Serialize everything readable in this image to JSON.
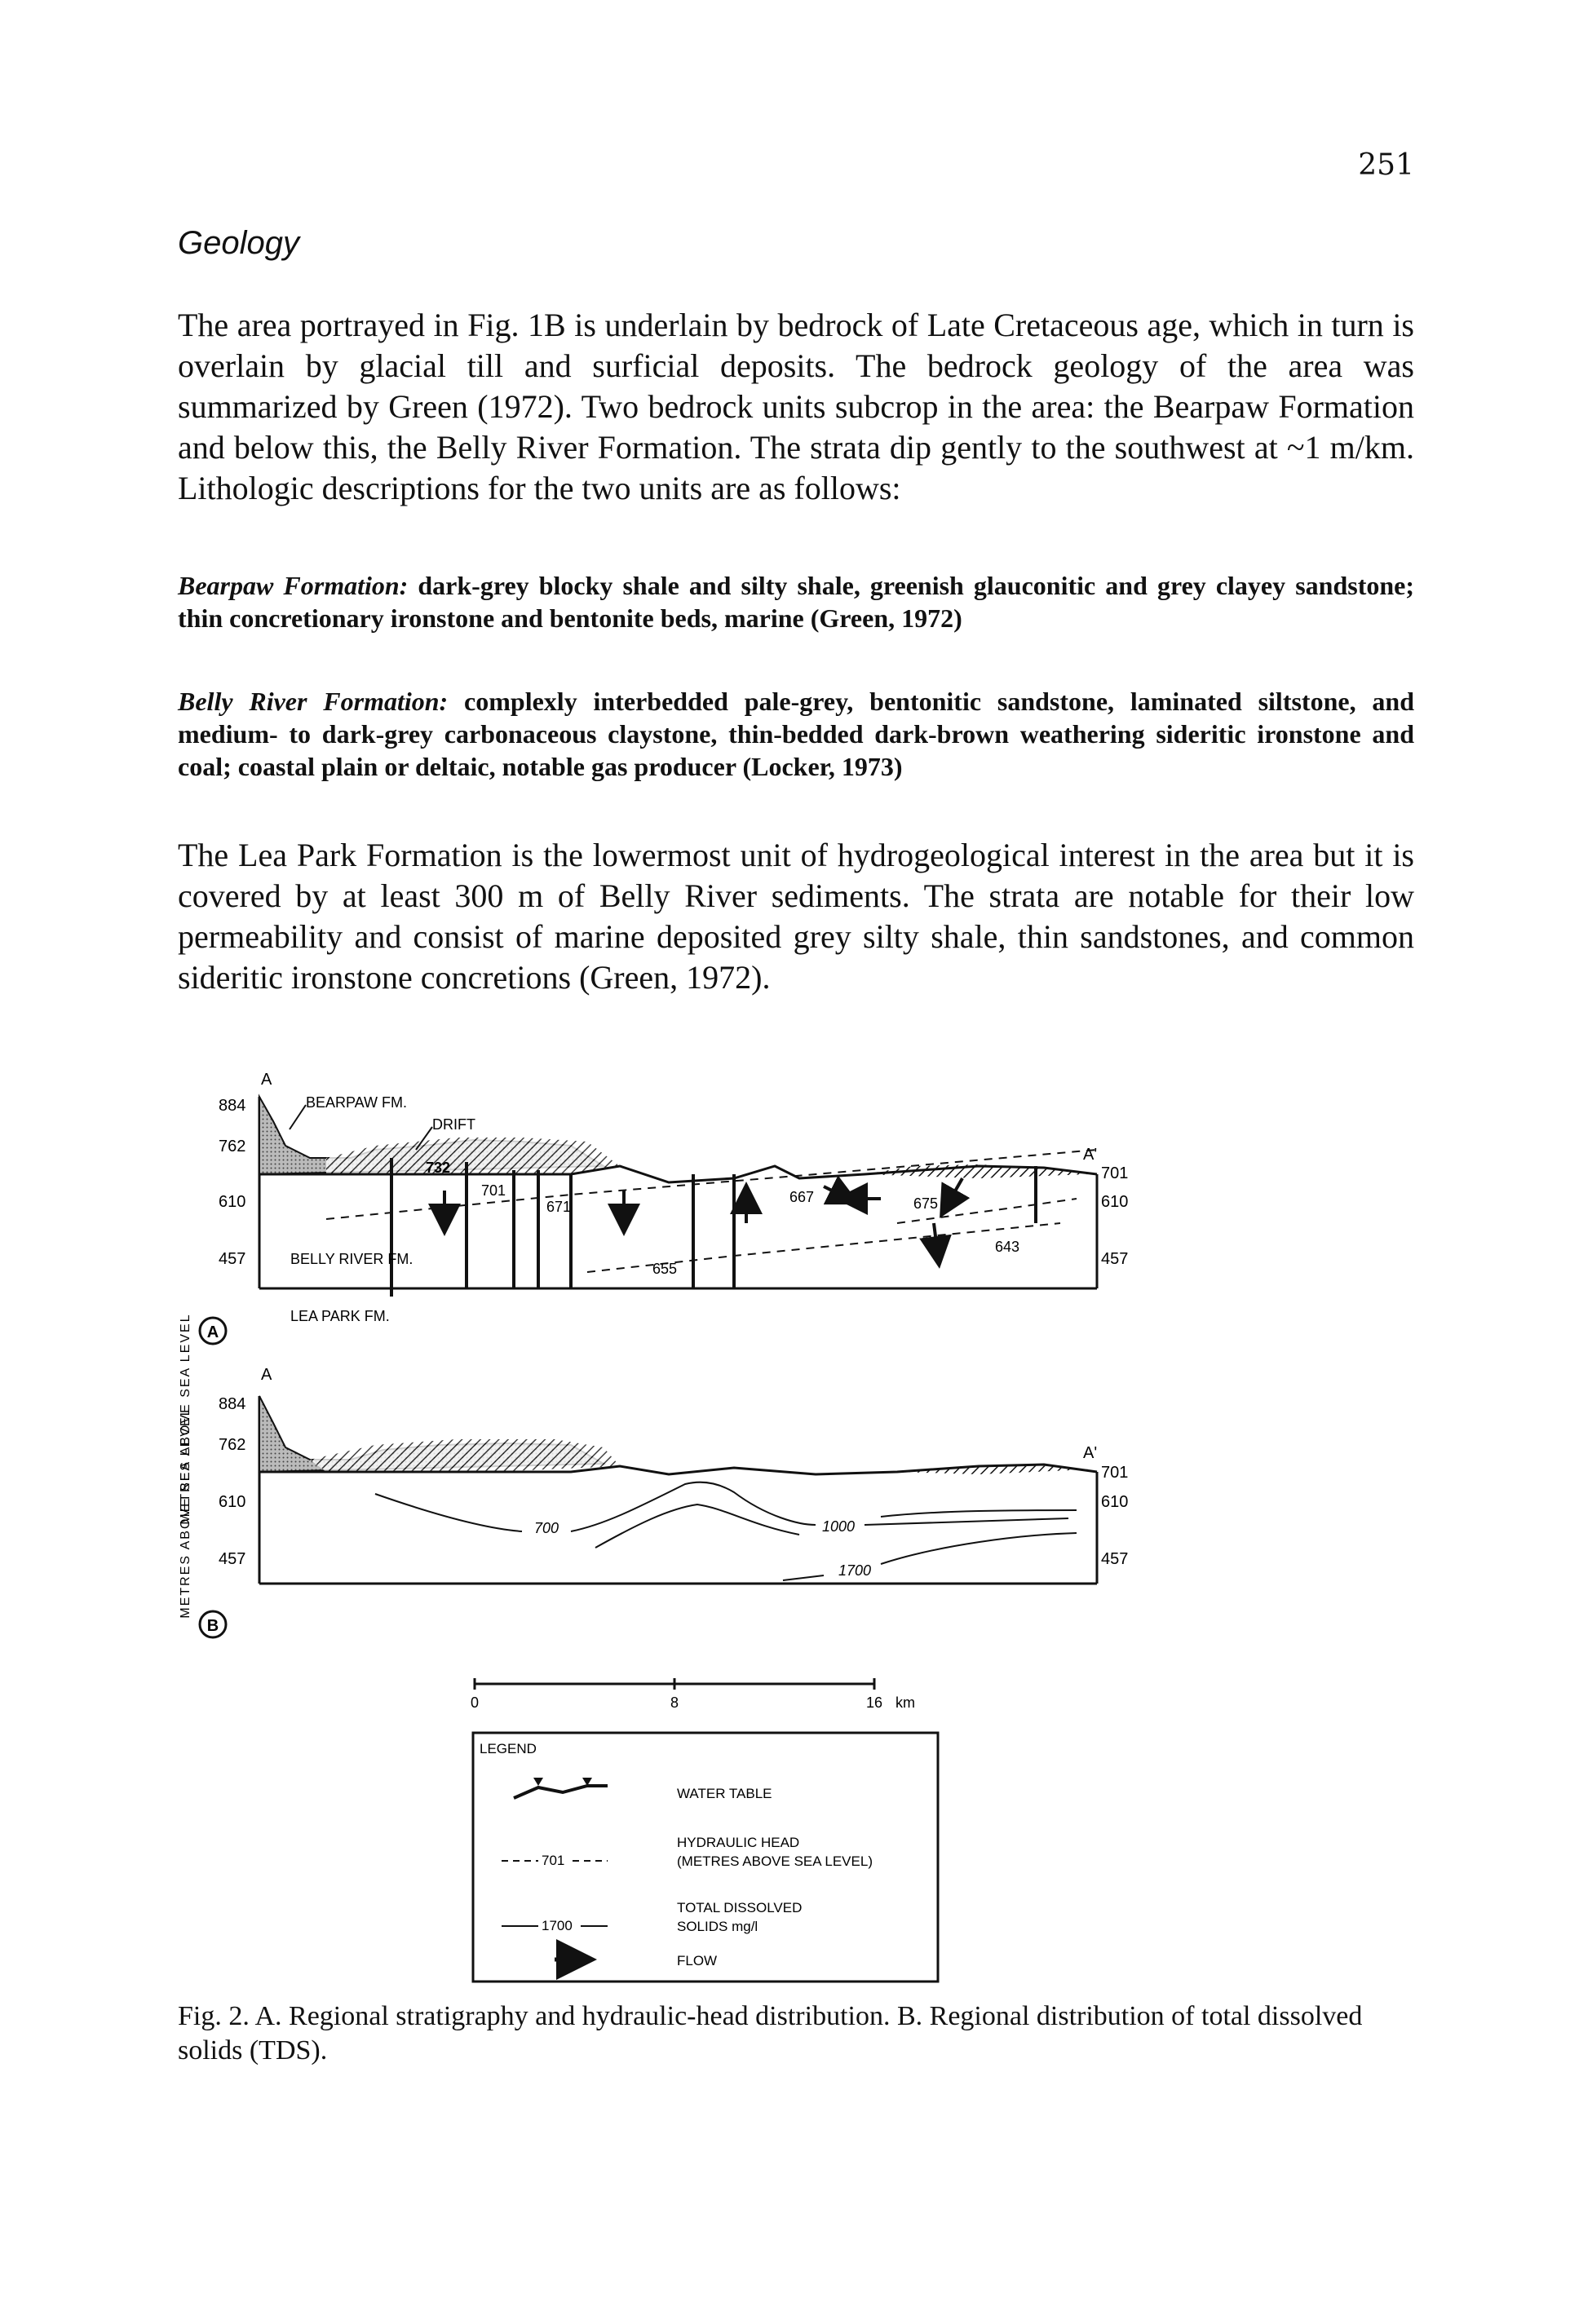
{
  "page": {
    "number": "251",
    "section_heading": "Geology"
  },
  "paragraphs": {
    "p1": "The area portrayed in Fig. 1B is underlain by bedrock of Late Cretaceous age, which in turn is overlain by glacial till and surficial deposits. The bedrock geology of the area was summarized by Green (1972). Two bedrock units subcrop in the area: the Bearpaw Formation and below this, the Belly River Formation. The strata dip gently to the southwest at ~1 m/km. Lithologic descriptions for the two units are as follows:",
    "q1_name": "Bearpaw Formation:",
    "q1_text": " dark-grey blocky shale and silty shale, greenish glauconitic and grey clayey sandstone; thin concretionary ironstone and bentonite beds, marine (Green, 1972)",
    "q2_name": "Belly River Formation:",
    "q2_text": " complexly interbedded pale-grey, bentonitic sandstone, laminated siltstone, and medium- to dark-grey carbonaceous claystone, thin-bedded dark-brown weathering sideritic ironstone and coal; coastal plain or deltaic, notable gas producer (Locker, 1973)",
    "p2": "The Lea Park Formation is the lowermost unit of hydrogeological interest in the area but it is covered by at least 300 m of Belly River sediments. The strata are notable for their low permeability and consist of marine deposited grey silty shale, thin sandstones, and common sideritic ironstone concretions (Green, 1972)."
  },
  "figure": {
    "panel_a": {
      "y_axis_label": "METRES ABOVE SEA LEVEL",
      "left_ticks": [
        "884",
        "762",
        "610",
        "457"
      ],
      "right_ticks": [
        "701",
        "610",
        "457"
      ],
      "section_start": "A",
      "section_end": "A'",
      "labels": {
        "bearpaw": "BEARPAW FM.",
        "drift": "DRIFT",
        "belly_river": "BELLY RIVER FM.",
        "lea_park": "LEA PARK FM."
      },
      "head_contours": [
        "732",
        "701",
        "671",
        "655",
        "667",
        "675",
        "643"
      ],
      "panel_marker": "A"
    },
    "panel_b": {
      "y_axis_label": "METRES ABOVE SEA LEVEL",
      "left_ticks": [
        "884",
        "762",
        "610",
        "457"
      ],
      "right_ticks": [
        "701",
        "610",
        "457"
      ],
      "section_start": "A",
      "section_end": "A'",
      "tds_contours": [
        "700",
        "1000",
        "1700"
      ],
      "panel_marker": "B"
    },
    "scale_bar": {
      "ticks": [
        "0",
        "8",
        "16"
      ],
      "unit": "km"
    },
    "legend": {
      "title": "LEGEND",
      "items": [
        {
          "symbol": "water-table",
          "label": "WATER TABLE"
        },
        {
          "symbol": "701",
          "label_line1": "HYDRAULIC HEAD",
          "label_line2": "(METRES ABOVE SEA LEVEL)"
        },
        {
          "symbol": "1700",
          "label_line1": "TOTAL DISSOLVED",
          "label_line2": "SOLIDS mg/l"
        },
        {
          "symbol": "flow-arrow",
          "label": "FLOW"
        }
      ]
    },
    "caption": "Fig. 2. A. Regional stratigraphy and hydraulic-head distribution. B. Regional distribution of total dissolved solids (TDS)."
  }
}
